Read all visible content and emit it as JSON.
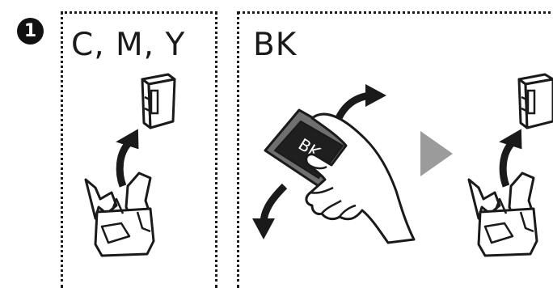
{
  "step": {
    "number": "1"
  },
  "panels": {
    "color": {
      "title": "C, M, Y"
    },
    "black": {
      "title": "BK",
      "cartridge_label": "BK"
    }
  },
  "colors": {
    "line": "#1a1a1a",
    "next_arrow": "#9b9b9b"
  },
  "icons": [
    "ink-cartridge-icon",
    "remove-arrow-icon",
    "open-pouch-icon",
    "hand-shaking-cartridge-icon",
    "next-step-triangle-icon"
  ]
}
